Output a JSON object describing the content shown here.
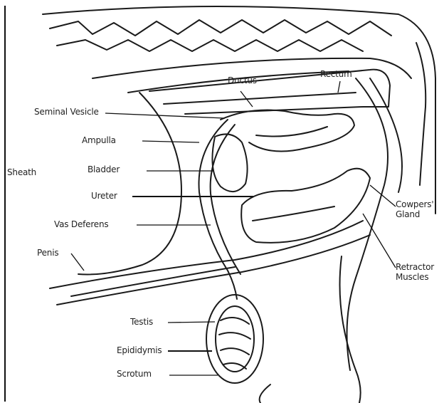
{
  "labels": {
    "ductus": "Ductus",
    "rectum": "Rectum",
    "seminal_vesicle": "Seminal Vesicle",
    "ampulla": "Ampulla",
    "bladder": "Bladder",
    "ureter": "Ureter",
    "vas_deferens": "Vas Deferens",
    "penis": "Penis",
    "testis": "Testis",
    "epididymis": "Epididymis",
    "scrotum": "Scrotum",
    "sheath": "Sheath",
    "cowpers_gland": "Cowpers' Gland",
    "retractor_muscles": "Retractor Muscles"
  }
}
